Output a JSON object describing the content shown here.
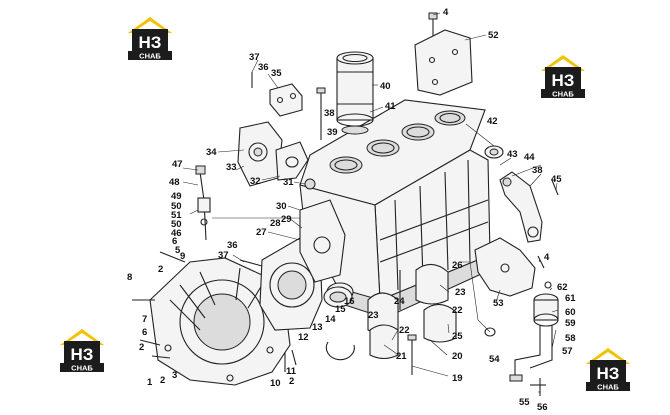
{
  "logo": {
    "mark_text": "НЗ",
    "sub_text": "СНАБ",
    "colors": {
      "roof": "#f2c200",
      "box": "#1c1c1c",
      "mark": "#ffffff",
      "bar": "#1c1c1c",
      "sub": "#ffffff"
    }
  },
  "callouts": {
    "c1": "1",
    "c2": "2",
    "c2b": "2",
    "c2c": "2",
    "c3": "3",
    "c4": "4",
    "c4b": "4",
    "c5": "5",
    "c6": "6",
    "c6b": "6",
    "c7": "7",
    "c8": "8",
    "c9": "9",
    "c10": "10",
    "c11": "11",
    "c12": "12",
    "c13": "13",
    "c14": "14",
    "c15": "15",
    "c16": "16",
    "c19": "19",
    "c20": "20",
    "c21": "21",
    "c22": "22",
    "c22b": "22",
    "c23": "23",
    "c23b": "23",
    "c24": "24",
    "c25": "25",
    "c26": "26",
    "c27": "27",
    "c28": "28",
    "c29": "29",
    "c30": "30",
    "c31": "31",
    "c32": "32",
    "c33": "33",
    "c34": "34",
    "c35": "35",
    "c36": "36",
    "c36b": "36",
    "c37": "37",
    "c37b": "37",
    "c38": "38",
    "c38b": "38",
    "c39": "39",
    "c40": "40",
    "c41": "41",
    "c42": "42",
    "c43": "43",
    "c44": "44",
    "c45": "45",
    "c46": "46",
    "c47": "47",
    "c48": "48",
    "c49": "49",
    "c50": "50",
    "c50b": "50",
    "c51": "51",
    "c52": "52",
    "c53": "53",
    "c54": "54",
    "c55": "55",
    "c56": "56",
    "c57": "57",
    "c58": "58",
    "c59": "59",
    "c60": "60",
    "c61": "61",
    "c62": "62"
  }
}
